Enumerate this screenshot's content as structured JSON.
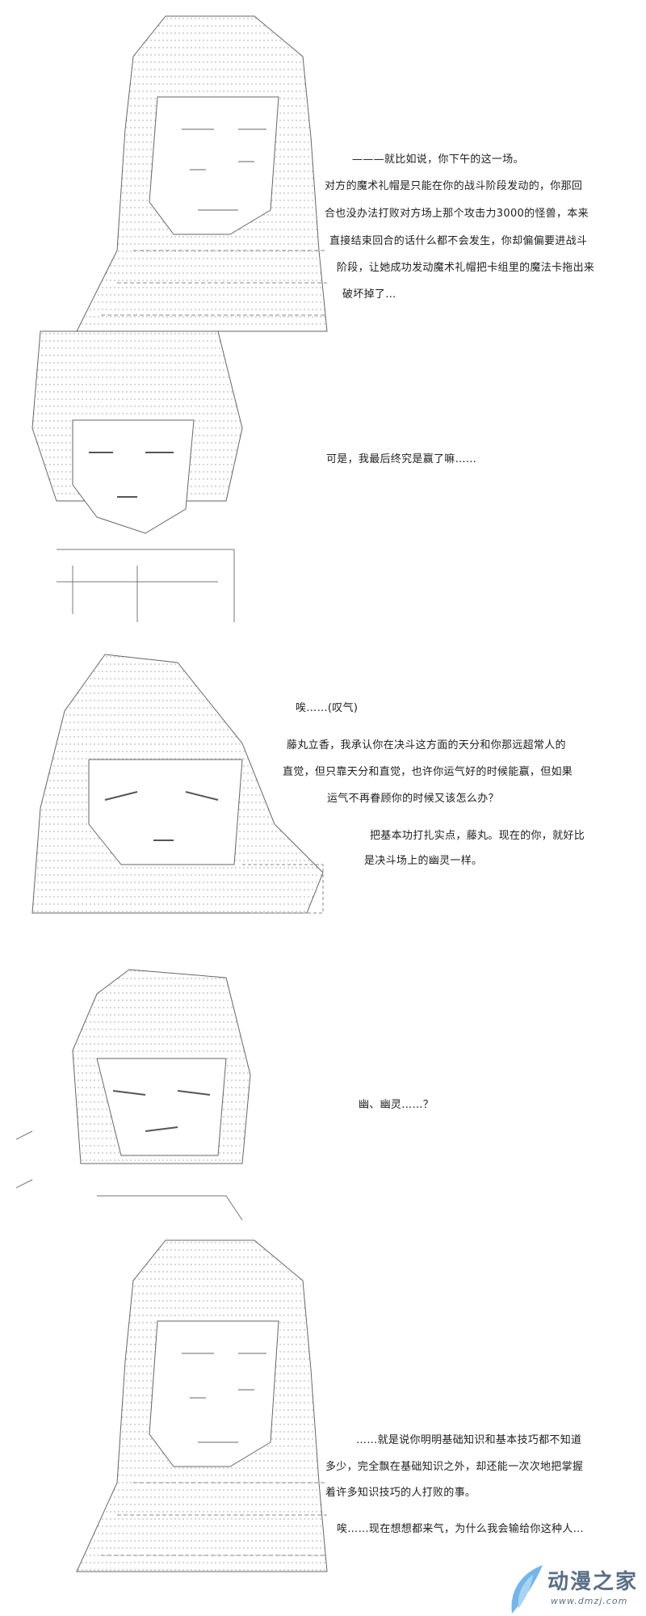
{
  "panels": [
    {
      "lines": [
        "———就比如说，你下午的这一场。",
        "对方的魔术礼帽是只能在你的战斗阶段发动的，你那回",
        "合也没办法打败对方场上那个攻击力3000的怪兽，本来",
        "直接结束回合的话什么都不会发生，你却偏偏要进战斗",
        "阶段，让她成功发动魔术礼帽把卡组里的魔法卡拖出来",
        "破坏掉了…"
      ]
    },
    {
      "lines": [
        "可是，我最后终究是赢了嘛……"
      ]
    },
    {
      "lines": [
        "唉……(叹气)",
        "藤丸立香，我承认你在决斗这方面的天分和你那远超常人的",
        "直觉，但只靠天分和直觉，也许你运气好的时候能赢，但如果",
        "运气不再眷顾你的时候又该怎么办？",
        "把基本功打扎实点，藤丸。现在的你，就好比",
        "是决斗场上的幽灵一样。"
      ]
    },
    {
      "lines": [
        "幽、幽灵……？"
      ]
    },
    {
      "lines": [
        "……就是说你明明基础知识和基本技巧都不知道",
        "多少，完全飘在基础知识之外，却还能一次次地把掌握",
        "着许多知识技巧的人打败的事。",
        "唉……现在想想都来气，为什么我会输给你这种人…"
      ]
    }
  ],
  "watermark": {
    "title": "动漫之家",
    "url": "www.dmzj.com",
    "color": "#5a6f86",
    "accent": "#5aa9e6"
  }
}
